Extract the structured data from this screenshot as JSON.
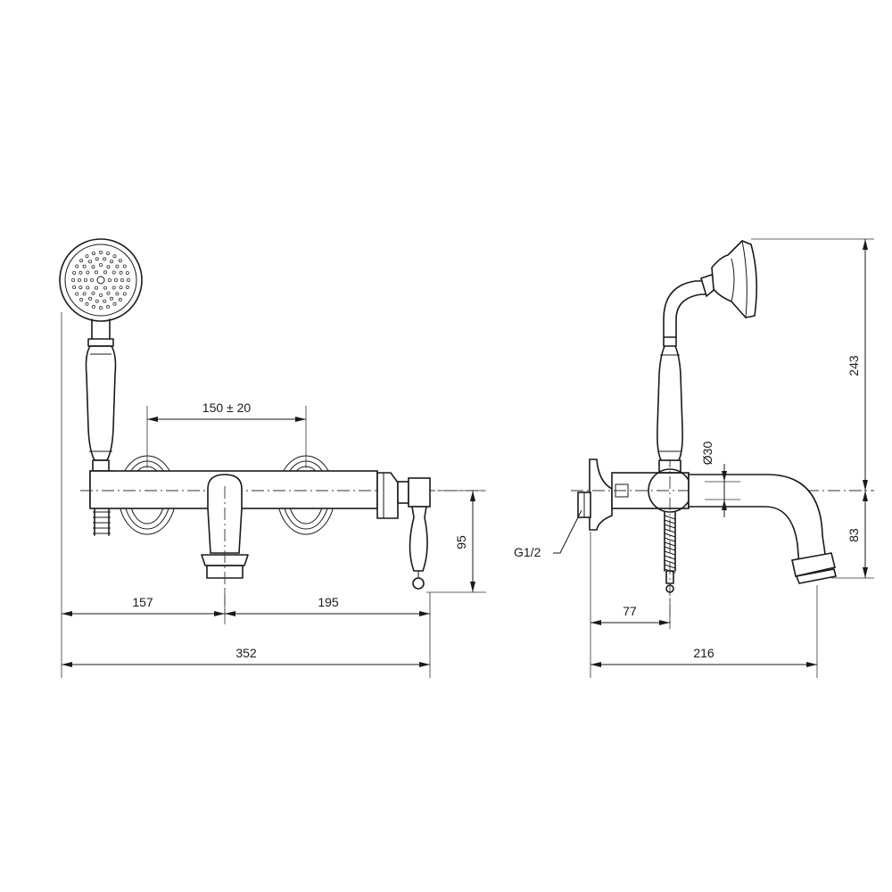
{
  "front_view": {
    "dim_centers": "150 ± 20",
    "dim_height": "95",
    "dim_left": "157",
    "dim_right": "195",
    "dim_total": "352"
  },
  "side_view": {
    "dim_hand_shower": "243",
    "dim_spout_drop": "83",
    "dim_diameter": "Ø30",
    "label_thread": "G1/2",
    "dim_depth": "77",
    "dim_total": "216"
  }
}
